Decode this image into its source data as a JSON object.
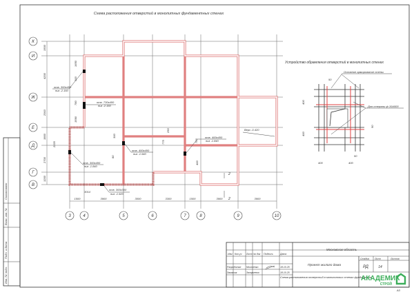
{
  "drawing": {
    "title": "Схема расположения отверстий в монолитных фундаментных стенах",
    "row_axes": [
      "К",
      "И",
      "Ж",
      "Е",
      "Д",
      "Г",
      "В"
    ],
    "col_axes": [
      "3",
      "4",
      "5",
      "6",
      "7",
      "8",
      "9",
      "10"
    ],
    "bottom_dims": [
      "1500",
      "3900",
      "3000",
      "3300",
      "1500",
      "3900",
      "3900"
    ],
    "left_dims": [
      "1500",
      "4200",
      "2910",
      "1800",
      "2700",
      "1200"
    ],
    "misc_dims": [
      "1650",
      "300",
      "2070",
      "780",
      "1590",
      "2220",
      "300",
      "80",
      "300",
      "250",
      "775",
      "700",
      "400",
      "3014"
    ],
    "openings": [
      {
        "size": "отв. 300х400",
        "level": "низ -2.150"
      },
      {
        "size": "отв. 730х400",
        "level": "низ -2.150"
      },
      {
        "size": "отв. 300х400",
        "level": "низ -1.840"
      },
      {
        "size": "отв. 400х400",
        "level": "низ -1.940"
      },
      {
        "size": "отв. 400х400",
        "level": "низ -1.840"
      },
      {
        "size": "отв. 300х300",
        "level": "низ -1.920"
      }
    ],
    "top_label": "Верх -0.420",
    "section_mark": "2"
  },
  "detail": {
    "title": "Устройство обрамления отверстий в монолитных стенах",
    "main_rebar": "Основное армирование стены",
    "extra_rebar": "Доп.стержни ф 10А500",
    "dims": [
      "50",
      "400",
      "400",
      "50",
      "400",
      "400",
      "50"
    ]
  },
  "left_stamp": {
    "agreed": "Согласовано",
    "fields": [
      "Взам. инв. №",
      "Подп. и дата",
      "Инв. № подл."
    ]
  },
  "title_block": {
    "headers": [
      "Изм",
      "Кол.уч",
      "Лист",
      "№ док",
      "Подпись",
      "Дата"
    ],
    "roles": [
      {
        "role": "Разработал",
        "name": "Мосьченко",
        "date": "18.10.25"
      },
      {
        "role": "Заказчик",
        "name": "Захарченко",
        "date": "18.10.25"
      }
    ],
    "region": "Московская область",
    "project": "Проект жилого дома",
    "sheet_title": "Схема расположения отверстий в монолитных стенах фундамента",
    "stage_label": "Стадия",
    "sheet_label": "Лист",
    "sheets_label": "Листов",
    "stage": "РД",
    "sheet": "14",
    "logo_main": "АКАДЕМИК",
    "logo_sub": "СТРОЙ",
    "format": "А3"
  },
  "colors": {
    "wall": "#e08080",
    "logo": "#3cae5a"
  }
}
